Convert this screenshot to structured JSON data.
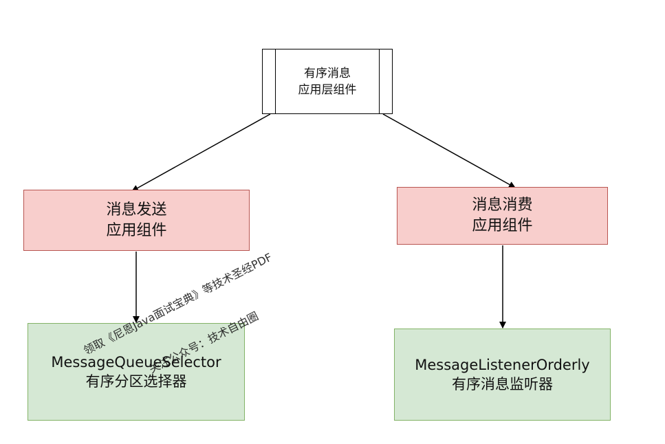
{
  "root": {
    "line1": "有序消息",
    "line2": "应用层组件"
  },
  "send": {
    "line1": "消息发送",
    "line2": "应用组件"
  },
  "consume": {
    "line1": "消息消费",
    "line2": "应用组件"
  },
  "selector": {
    "line1": "MessageQueueSelector",
    "line2": "有序分区选择器"
  },
  "listener": {
    "line1": "MessageListenerOrderly",
    "line2": "有序消息监听器"
  },
  "watermark": {
    "line1": "领取《尼恩Java面试宝典》等技术圣经PDF",
    "line2": "关注公众号：技术自由圈"
  },
  "colors": {
    "pink_fill": "#f8cecc",
    "pink_border": "#b85450",
    "green_fill": "#d5e8d4",
    "green_border": "#82b366"
  }
}
